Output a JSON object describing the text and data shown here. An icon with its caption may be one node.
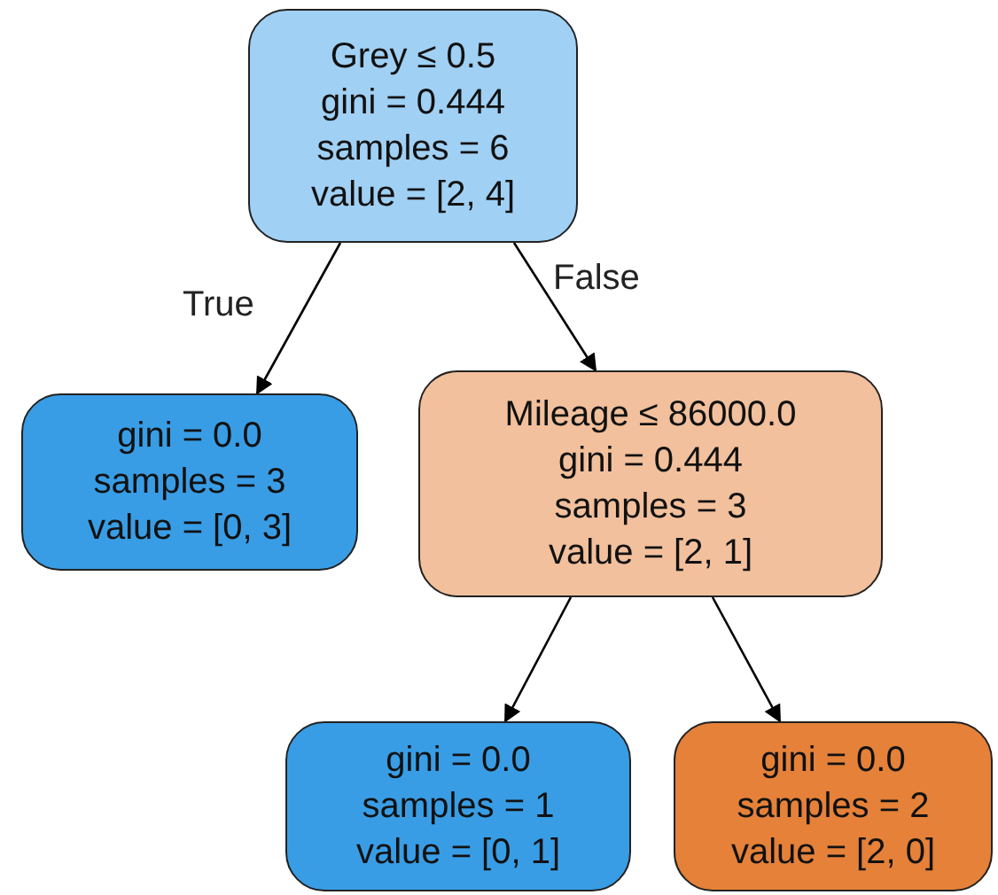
{
  "diagram": {
    "nodes": [
      {
        "text": [
          "Grey ≤ 0.5",
          "gini = 0.444",
          "samples = 6",
          "value = [2, 4]"
        ]
      },
      {
        "text": [
          "gini = 0.0",
          "samples = 3",
          "value = [0, 3]"
        ]
      },
      {
        "text": [
          "Mileage ≤ 86000.0",
          "gini = 0.444",
          "samples = 3",
          "value = [2, 1]"
        ]
      },
      {
        "text": [
          "gini = 0.0",
          "samples = 1",
          "value = [0, 1]"
        ]
      },
      {
        "text": [
          "gini = 0.0",
          "samples = 2",
          "value = [2, 0]"
        ]
      }
    ],
    "edges": [
      {
        "from": 0,
        "to": 1,
        "arrow": "to",
        "label": "True"
      },
      {
        "from": 0,
        "to": 2,
        "arrow": "to",
        "label": "False"
      },
      {
        "from": 2,
        "to": 3,
        "arrow": "to"
      },
      {
        "from": 2,
        "to": 4,
        "arrow": "to"
      }
    ]
  }
}
